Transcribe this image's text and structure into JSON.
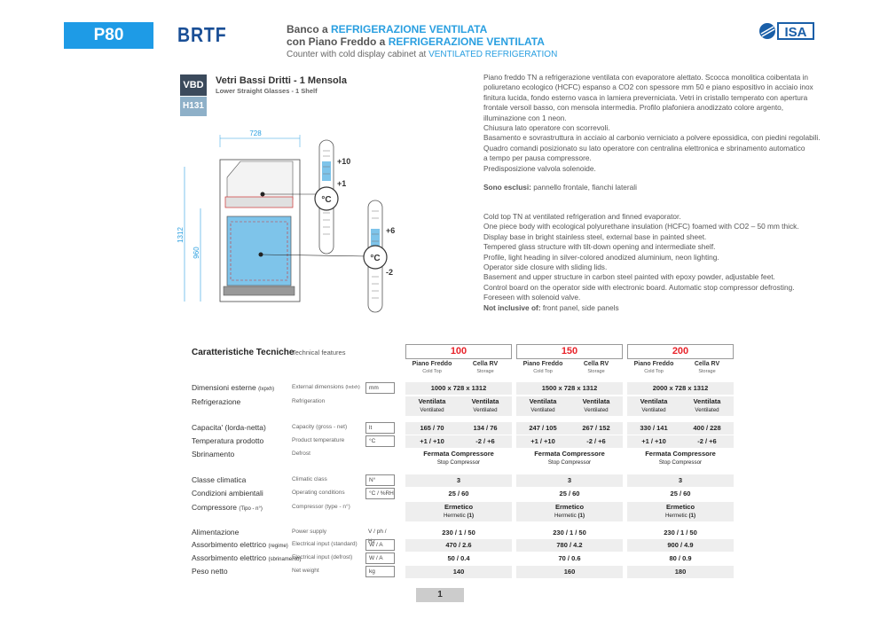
{
  "header": {
    "code": "P80",
    "model": "BRTF",
    "title_line1_a": "Banco a ",
    "title_line1_b": "REFRIGERAZIONE VENTILATA",
    "title_line2_a": "con Piano Freddo a ",
    "title_line2_b": "REFRIGERAZIONE VENTILATA",
    "subtitle_a": "Counter with cold display cabinet at ",
    "subtitle_b": "VENTILATED REFRIGERATION",
    "brand": "ISA"
  },
  "variant": {
    "code": "VBD",
    "height_code": "H131",
    "title": "Vetri Bassi Dritti - 1 Mensola",
    "subtitle": "Lower Straight Glasses - 1 Shelf"
  },
  "drawing": {
    "width_label": "728",
    "height_total": "1312",
    "height_counter": "960",
    "temp_top_high": "+10",
    "temp_top_low": "+1",
    "temp_bottom_high": "+6",
    "temp_bottom_low": "-2",
    "unit_symbol": "°C"
  },
  "description_it": [
    "Piano freddo TN a refrigerazione ventilata con evaporatore alettato. Scocca monolitica coibentata in poliuretano ecologico (HCFC) espanso a CO2 con spessore mm 50 e piano espositivo in acciaio inox finitura lucida, fondo esterno vasca in lamiera preverniciata. Vetri in cristallo temperato con apertura frontale versoil basso, con mensola intermedia. Profilo plafoniera anodizzato colore argento, illuminazione con 1 neon.",
    "Chiusura lato operatore con scorrevoli.",
    "Basamento e sovrastruttura in acciaio al carbonio verniciato a polvere epossidica, con piedini regolabili.",
    "Quadro comandi posizionato su lato operatore con centralina elettronica e sbrinamento automatico",
    "a tempo per pausa compressore.",
    "Predisposizione valvola solenoide."
  ],
  "excluded_it_label": "Sono esclusi:",
  "excluded_it": " pannello frontale, fianchi laterali",
  "description_en": [
    "Cold top TN at ventilated refrigeration and finned evaporator.",
    "One piece body with ecological polyurethane insulation (HCFC) foamed with CO2 – 50 mm thick.",
    "Display base in bright stainless steel, external base in painted sheet.",
    "Tempered glass structure with tilt-down opening and intermediate shelf.",
    "Profile, light heading in silver-colored anodized aluminium, neon lighting.",
    "Operator side closure with sliding lids.",
    "Basement and upper structure in carbon steel painted with epoxy powder, adjustable feet.",
    "Control board on the operator side with electronic board. Automatic stop compressor defrosting.",
    "Foreseen with solenoid valve."
  ],
  "excluded_en_label": "Not inclusive of:",
  "excluded_en": " front panel, side panels",
  "table": {
    "title_it": "Caratteristiche Tecniche",
    "title_en": "Technical features",
    "models": [
      "100",
      "150",
      "200"
    ],
    "col_a": "Piano Freddo",
    "col_a_en": "Cold Top",
    "col_b": "Cella RV",
    "col_b_en": "Storage",
    "dims": {
      "it": "Dimensioni esterne",
      "it_small": "(lxpxh)",
      "en": "External dimensions",
      "en_small": "(lxdxh)",
      "unit": "mm",
      "values": [
        "1000 x 728 x 1312",
        "1500 x 728 x 1312",
        "2000 x 728 x 1312"
      ]
    },
    "refr": {
      "it": "Refrigerazione",
      "en": "Refrigeration",
      "main": "Ventilata",
      "sub": "Ventilated"
    },
    "capacity": {
      "it": "Capacita' (lorda-netta)",
      "en": "Capacity (gross - net)",
      "unit": "lt",
      "values": [
        "165 / 70",
        "134 / 76",
        "247 / 105",
        "267 / 152",
        "330 / 141",
        "400 / 228"
      ]
    },
    "temp": {
      "it": "Temperatura prodotto",
      "en": "Product temperature",
      "unit": "°C",
      "values": [
        "+1 / +10",
        "-2 / +6",
        "+1 / +10",
        "-2 / +6",
        "+1 / +10",
        "-2 / +6"
      ]
    },
    "defrost": {
      "it": "Sbrinamento",
      "en": "Defrost",
      "main": "Fermata Compressore",
      "sub": "Stop Compressor"
    },
    "climate": {
      "it": "Classe climatica",
      "en": "Climatic class",
      "unit": "N°",
      "value": "3"
    },
    "ambient": {
      "it": "Condizioni ambientali",
      "en": "Operating conditions",
      "unit": "°C / %RH",
      "value": "25 / 60"
    },
    "compressor": {
      "it": "Compressore",
      "it_small": "(Tipo - n°)",
      "en": "Compressor (type - n°)",
      "main": "Ermetico",
      "sub": "Hermetic",
      "sub_b": "(1)"
    },
    "power": {
      "it": "Alimentazione",
      "en": "Power supply",
      "unit": "V / ph / Hz",
      "value": "230 / 1 / 50"
    },
    "input": {
      "it": "Assorbimento elettrico",
      "it_small": "(regime)",
      "en": "Electrical input (standard)",
      "unit": "W / A",
      "values": [
        "470 / 2.6",
        "780 / 4.2",
        "900 / 4.9"
      ]
    },
    "input_def": {
      "it": "Assorbimento elettrico",
      "it_small": "(sbrinamento)",
      "en": "Electrical input (defrost)",
      "unit": "W / A",
      "values": [
        "50 / 0.4",
        "70 / 0.6",
        "80 / 0.9"
      ]
    },
    "weight": {
      "it": "Peso netto",
      "en": "Net weight",
      "unit": "kg",
      "values": [
        "140",
        "160",
        "180"
      ]
    }
  },
  "page_number": "1"
}
